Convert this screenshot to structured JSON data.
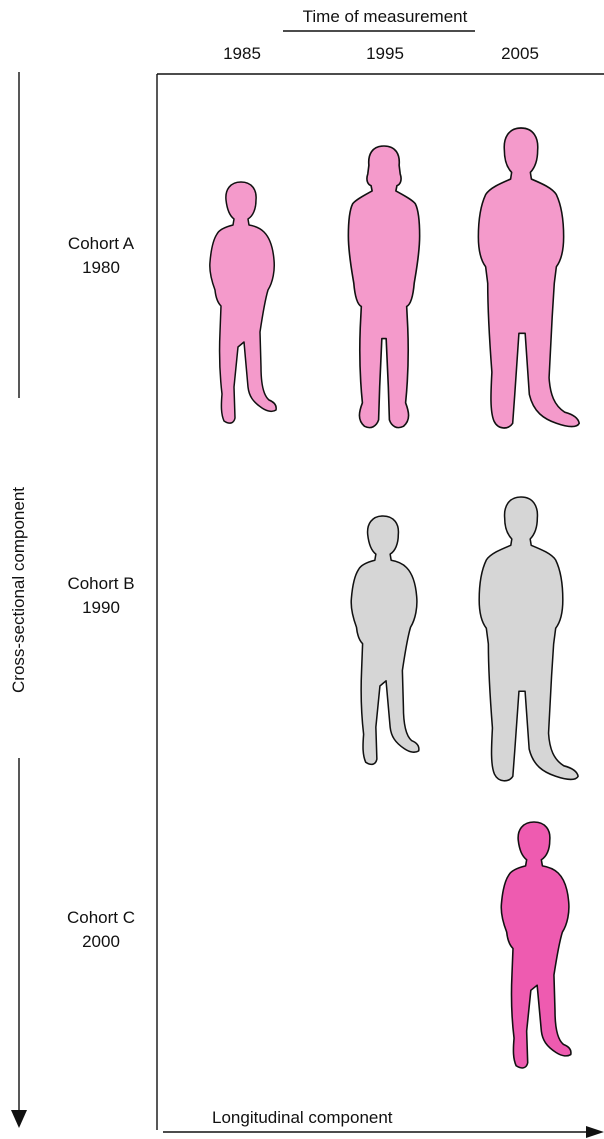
{
  "header": {
    "title": "Time of measurement"
  },
  "years": [
    "1985",
    "1995",
    "2005"
  ],
  "cohorts": [
    {
      "name": "Cohort A",
      "year": "1980"
    },
    {
      "name": "Cohort B",
      "year": "1990"
    },
    {
      "name": "Cohort C",
      "year": "2000"
    }
  ],
  "axes": {
    "vertical_label": "Cross-sectional component",
    "horizontal_label": "Longitudinal component"
  },
  "colors": {
    "cohort_a": "#F49ACB",
    "cohort_b": "#D6D6D6",
    "cohort_c": "#EE5BB0",
    "outline": "#111111"
  }
}
